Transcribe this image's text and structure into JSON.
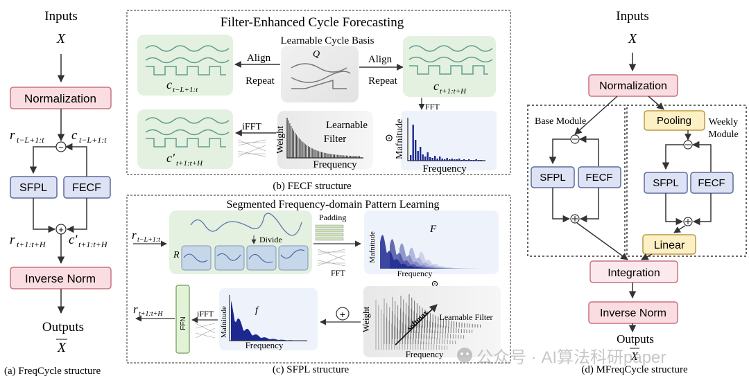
{
  "panel_a": {
    "inputs": "Inputs",
    "x": "X",
    "normalization": "Normalization",
    "r_in": "r",
    "r_in_sub": "t−L+1:t",
    "c_in": "c",
    "c_in_sub": "t−L+1:t",
    "minus": "−",
    "sfpl": "SFPL",
    "fecf": "FECF",
    "plus": "+",
    "r_out": "r",
    "r_out_sub": "t+1:t+H",
    "c_out": "c'",
    "c_out_sub": "t+1:t+H",
    "inverse_norm": "Inverse Norm",
    "outputs": "Outputs",
    "x_bar": "X",
    "caption": "(a) FreqCycle structure"
  },
  "panel_b": {
    "title": "Filter-Enhanced Cycle Forecasting",
    "basis_label": "Learnable Cycle Basis",
    "q": "Q",
    "align_left": "Align",
    "repeat_left": "Repeat",
    "align_right": "Align",
    "repeat_right": "Repeat",
    "c_left": "c",
    "c_left_sub": "t−L+1:t",
    "c_right": "c",
    "c_right_sub": "t+1:t+H",
    "fft": "FFT",
    "ifft": "iFFT",
    "c_out": "c'",
    "c_out_sub": "t+1:t+H",
    "filter_label_1": "Learnable",
    "filter_label_2": "Filter",
    "weight": "Weight",
    "frequency_1": "Frequency",
    "magnitude": "Mafnitude",
    "frequency_2": "Frequency",
    "odot": "⊙",
    "caption": "(b) FECF structure"
  },
  "panel_c": {
    "title": "Segmented Frequency-domain Pattern Learning",
    "r_in": "r",
    "r_in_sub": "t−L+1:t",
    "divide": "Divide",
    "r_label": "R",
    "padding": "Padding",
    "fft": "FFT",
    "magnitude_1": "Mafnitude",
    "f_big": "F",
    "frequency_1": "Frequency",
    "odot": "⊙",
    "weight": "Weight",
    "softmax": "softmax",
    "learnable_filter": "Learnable Filter",
    "frequency_2": "Frequency",
    "plus": "+",
    "magnitude_2": "Mafnitude",
    "f_small": "f",
    "frequency_3": "Frequency",
    "ifft": "iFFT",
    "ffn": "FFN",
    "r_out": "r",
    "r_out_sub": "t+1:t+H",
    "caption": "(c) SFPL structure"
  },
  "panel_d": {
    "inputs": "Inputs",
    "x": "X",
    "normalization": "Normalization",
    "base_module": "Base Module",
    "weekly_1": "Weekly",
    "weekly_2": "Module",
    "pooling": "Pooling",
    "sfpl_1": "SFPL",
    "fecf_1": "FECF",
    "sfpl_2": "SFPL",
    "fecf_2": "FECF",
    "linear": "Linear",
    "integration": "Integration",
    "inverse_norm": "Inverse Norm",
    "outputs": "Outputs",
    "x_bar": "X",
    "caption": "(d) MFreqCycle structure"
  },
  "watermark": "公众号 · AI算法科研paper",
  "colors": {
    "pink": "#f9dde1",
    "pink_border": "#c9727f",
    "blue": "#dde3f4",
    "blue_border": "#5b6a9a",
    "yellow": "#fdf0c4",
    "yellow_border": "#b89a47",
    "green_panel": "#e4f1e0",
    "teal_wave": "#5f9e8e",
    "navy": "#1c2890",
    "light_blue_panel": "#eef3fb"
  }
}
